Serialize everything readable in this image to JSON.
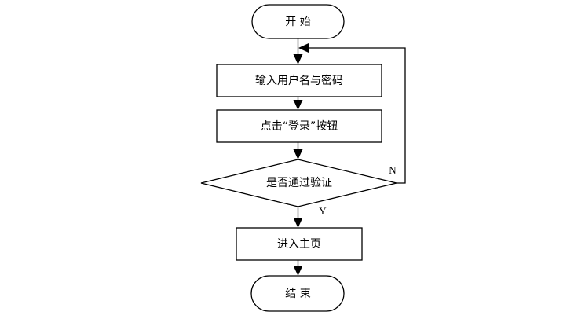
{
  "flowchart": {
    "start": "开 始",
    "step_input": "输入用户名与密码",
    "step_click": "点击“登录”按钮",
    "decision": "是否通过验证",
    "step_home": "进入主页",
    "end": "结 束",
    "edge_no": "N",
    "edge_yes": "Y"
  }
}
